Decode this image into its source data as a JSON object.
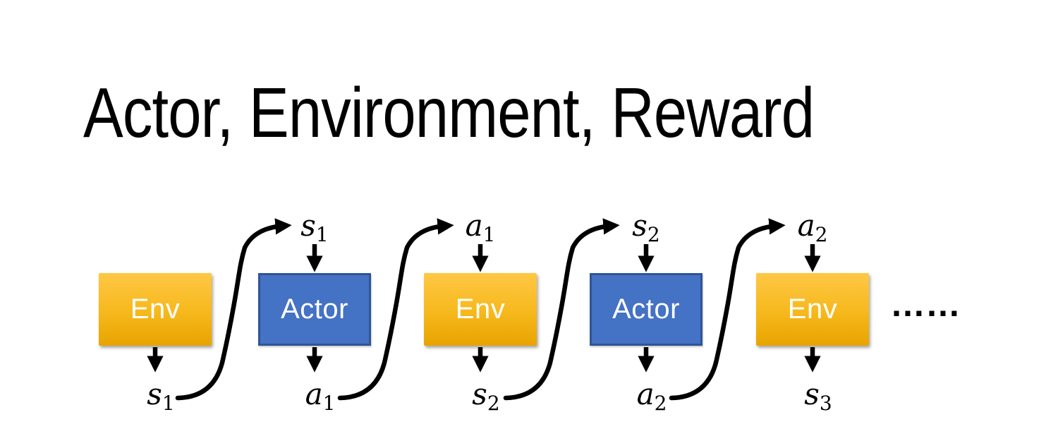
{
  "slide": {
    "title": "Actor, Environment, Reward",
    "ellipsis": "……"
  },
  "colors": {
    "env_gradient_top": "#FFC845",
    "env_gradient_bottom": "#E8A400",
    "env_text": "#FFFFFF",
    "actor_fill": "#4472C4",
    "actor_border": "#2F5597",
    "actor_text": "#FFFFFF",
    "arrow": "#000000",
    "title_text": "#000000",
    "background": "#FFFFFF"
  },
  "diagram": {
    "boxes": [
      {
        "label": "Env",
        "type": "environment"
      },
      {
        "label": "Actor",
        "type": "actor"
      },
      {
        "label": "Env",
        "type": "environment"
      },
      {
        "label": "Actor",
        "type": "actor"
      },
      {
        "label": "Env",
        "type": "environment"
      }
    ],
    "top_labels": [
      {
        "base": "s",
        "sub": "1"
      },
      {
        "base": "a",
        "sub": "1"
      },
      {
        "base": "s",
        "sub": "2"
      },
      {
        "base": "a",
        "sub": "2"
      }
    ],
    "bottom_labels": [
      {
        "base": "s",
        "sub": "1"
      },
      {
        "base": "a",
        "sub": "1"
      },
      {
        "base": "s",
        "sub": "2"
      },
      {
        "base": "a",
        "sub": "2"
      },
      {
        "base": "s",
        "sub": "3"
      }
    ]
  }
}
